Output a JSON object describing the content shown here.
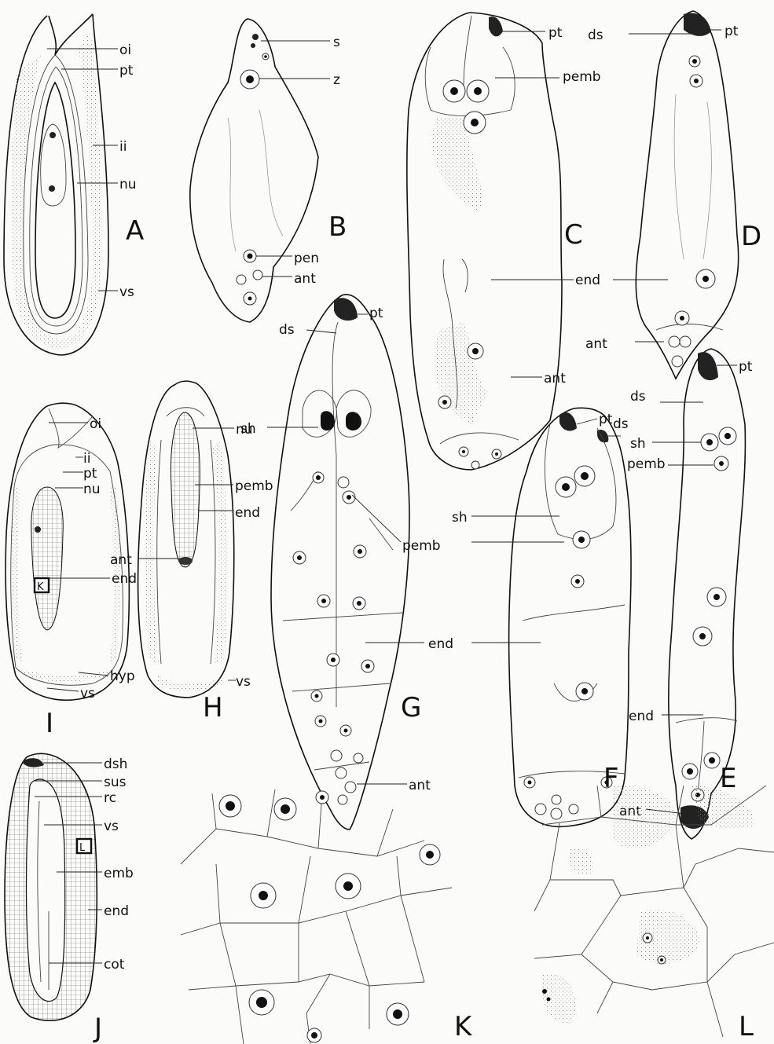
{
  "figure": {
    "A": {
      "panel": "A",
      "labels": [
        "oi",
        "pt",
        "ii",
        "nu",
        "vs"
      ]
    },
    "B": {
      "panel": "B",
      "labels": [
        "s",
        "z",
        "pen",
        "ant"
      ]
    },
    "C": {
      "panel": "C",
      "labels": [
        "pt",
        "pemb",
        "end",
        "ant"
      ]
    },
    "D": {
      "panel": "D",
      "labels": [
        "ds",
        "pt",
        "end",
        "ant"
      ]
    },
    "E": {
      "panel": "E",
      "labels": [
        "pt",
        "ds",
        "sh",
        "pemb",
        "end",
        "ant"
      ]
    },
    "F": {
      "panel": "F",
      "labels": [
        "pt",
        "ds",
        "sh"
      ]
    },
    "G": {
      "panel": "G",
      "labels": [
        "pt",
        "ds",
        "sh",
        "pemb",
        "end",
        "ant"
      ]
    },
    "H": {
      "panel": "H",
      "labels": [
        "nu",
        "pemb",
        "end",
        "vs"
      ]
    },
    "I": {
      "panel": "I",
      "labels": [
        "oi",
        "ii",
        "pt",
        "nu",
        "ant",
        "end",
        "hyp",
        "vs"
      ],
      "box": "K"
    },
    "J": {
      "panel": "J",
      "labels": [
        "dsh",
        "sus",
        "rc",
        "vs",
        "emb",
        "end",
        "cot"
      ],
      "box": "L"
    },
    "K": {
      "panel": "K"
    },
    "L": {
      "panel": "L"
    }
  }
}
